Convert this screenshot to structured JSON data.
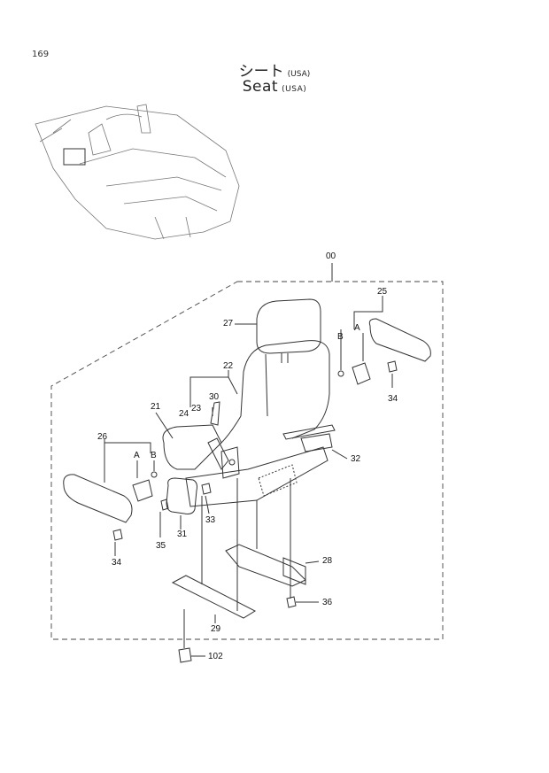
{
  "page_number": "169",
  "title_jp": "シート",
  "title_en": "Seat",
  "region_code": "(USA)",
  "callouts": {
    "assembly": "00",
    "headrest": "27",
    "armrest_right": "25",
    "armrest_left": "26",
    "seat_back": "22",
    "seat_cushion": "21",
    "lever_24": "24",
    "lever_23": "23",
    "lever_30": "30",
    "rail_32": "32",
    "bolt_34_right": "34",
    "bolt_34_left": "34",
    "bolt_35": "35",
    "plate_31": "31",
    "bolt_33": "33",
    "bracket_28": "28",
    "bolt_36": "36",
    "bracket_29": "29",
    "bolt_102": "102",
    "ref_a_right": "A",
    "ref_b_right": "B",
    "ref_a_left": "A",
    "ref_b_left": "B"
  }
}
